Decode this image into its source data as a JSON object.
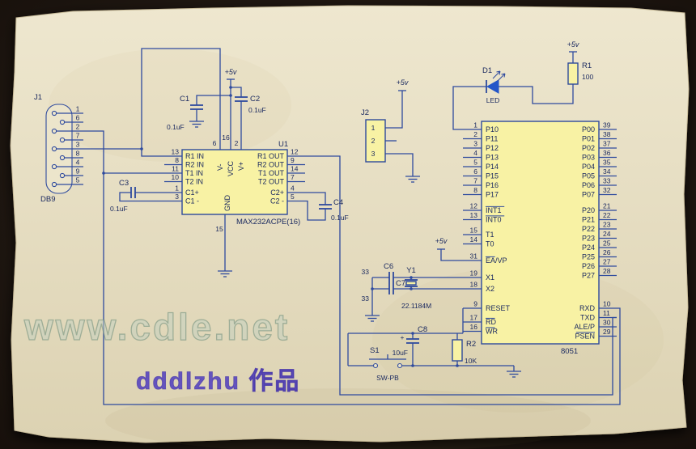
{
  "watermarks": {
    "site": "www.cdle.net",
    "author": "dddlzhu 作品"
  },
  "power": {
    "vcc": "+5v"
  },
  "db9": {
    "ref": "J1",
    "name": "DB9",
    "pins": [
      {
        "num": "1"
      },
      {
        "num": "6"
      },
      {
        "num": "2"
      },
      {
        "num": "7"
      },
      {
        "num": "3"
      },
      {
        "num": "8"
      },
      {
        "num": "4"
      },
      {
        "num": "9"
      },
      {
        "num": "5"
      }
    ]
  },
  "max232": {
    "ref": "U1",
    "part": "MAX232ACPE(16)",
    "left_pins": [
      {
        "num": "13",
        "name": "R1 IN"
      },
      {
        "num": "8",
        "name": "R2 IN"
      },
      {
        "num": "11",
        "name": "T1 IN"
      },
      {
        "num": "10",
        "name": "T2 IN"
      },
      {
        "num": "1",
        "name": "C1+"
      },
      {
        "num": "3",
        "name": "C1 -"
      }
    ],
    "right_pins": [
      {
        "num": "12",
        "name": "R1 OUT"
      },
      {
        "num": "9",
        "name": "R2 OUT"
      },
      {
        "num": "14",
        "name": "T1 OUT"
      },
      {
        "num": "7",
        "name": "T2 OUT"
      },
      {
        "num": "4",
        "name": "C2+"
      },
      {
        "num": "5",
        "name": "C2 -"
      }
    ],
    "top_pins": [
      {
        "num": "6",
        "name": "V-"
      },
      {
        "num": "16",
        "name": "VCC"
      },
      {
        "num": "2",
        "name": "V+"
      }
    ],
    "gnd_pin": {
      "num": "15",
      "name": "GND"
    }
  },
  "mcu": {
    "part": "8051",
    "left_pins": [
      {
        "num": "1",
        "name": "P10"
      },
      {
        "num": "2",
        "name": "P11"
      },
      {
        "num": "3",
        "name": "P12"
      },
      {
        "num": "4",
        "name": "P13"
      },
      {
        "num": "5",
        "name": "P14"
      },
      {
        "num": "6",
        "name": "P15"
      },
      {
        "num": "7",
        "name": "P16"
      },
      {
        "num": "8",
        "name": "P17"
      },
      {
        "num": "12",
        "name": "INT1",
        "bar": 4
      },
      {
        "num": "13",
        "name": "INT0",
        "bar": 4
      },
      {
        "num": "15",
        "name": "T1"
      },
      {
        "num": "14",
        "name": "T0"
      },
      {
        "num": "31",
        "name": "EA/VP",
        "bar": 2
      },
      {
        "num": "19",
        "name": "X1"
      },
      {
        "num": "18",
        "name": "X2"
      },
      {
        "num": "9",
        "name": "RESET"
      },
      {
        "num": "17",
        "name": "RD",
        "bar": 2
      },
      {
        "num": "16",
        "name": "WR",
        "bar": 2
      }
    ],
    "right_pins": [
      {
        "num": "39",
        "name": "P00"
      },
      {
        "num": "38",
        "name": "P01"
      },
      {
        "num": "37",
        "name": "P02"
      },
      {
        "num": "36",
        "name": "P03"
      },
      {
        "num": "35",
        "name": "P04"
      },
      {
        "num": "34",
        "name": "P05"
      },
      {
        "num": "33",
        "name": "P06"
      },
      {
        "num": "32",
        "name": "P07"
      },
      {
        "num": "21",
        "name": "P20"
      },
      {
        "num": "22",
        "name": "P21"
      },
      {
        "num": "23",
        "name": "P22"
      },
      {
        "num": "24",
        "name": "P23"
      },
      {
        "num": "25",
        "name": "P24"
      },
      {
        "num": "26",
        "name": "P25"
      },
      {
        "num": "27",
        "name": "P26"
      },
      {
        "num": "28",
        "name": "P27"
      },
      {
        "num": "10",
        "name": "RXD"
      },
      {
        "num": "11",
        "name": "TXD"
      },
      {
        "num": "30",
        "name": "ALE/P"
      },
      {
        "num": "29",
        "name": "PSEN",
        "bar": 4
      }
    ]
  },
  "j2": {
    "ref": "J2",
    "pins": [
      {
        "num": "1"
      },
      {
        "num": "2"
      },
      {
        "num": "3"
      }
    ]
  },
  "parts": {
    "c1": {
      "ref": "C1",
      "value": "0.1uF"
    },
    "c2": {
      "ref": "C2",
      "value": "0.1uF"
    },
    "c3": {
      "ref": "C3",
      "value": "0.1uF"
    },
    "c4": {
      "ref": "C4",
      "value": "0.1uF"
    },
    "c6": {
      "ref": "C6",
      "value": "33"
    },
    "c7": {
      "ref": "C7",
      "value": "33"
    },
    "c8": {
      "ref": "C8",
      "value": "10uF",
      "polarity": "+"
    },
    "y1": {
      "ref": "Y1",
      "value": "22.1184M"
    },
    "r1": {
      "ref": "R1",
      "value": "100"
    },
    "r2": {
      "ref": "R2",
      "value": "10K"
    },
    "d1": {
      "ref": "D1",
      "value": "LED"
    },
    "s1": {
      "ref": "S1",
      "value": "SW-PB"
    }
  }
}
